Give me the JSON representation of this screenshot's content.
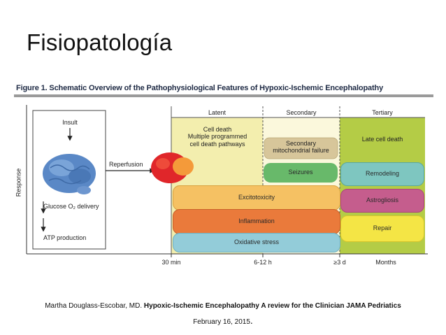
{
  "slide": {
    "title": "Fisiopatología"
  },
  "figure": {
    "title": "Figure 1. Schematic Overview of the Pathophysiological Features of Hypoxic-Ischemic Encephalopathy",
    "y_axis_label": "Response",
    "insult_panel": {
      "insult": "Insult",
      "glucose_o2_delivery": "Glucose O₂ delivery",
      "atp_production": "ATP production"
    },
    "reperfusion": "Reperfusion",
    "phases": {
      "latent": "Latent",
      "secondary": "Secondary",
      "tertiary": "Tertiary"
    },
    "labels": {
      "cell_death_line1": "Cell death",
      "cell_death_line2": "Multiple programmed",
      "cell_death_line3": "cell death pathways",
      "secondary_mito_line1": "Secondary",
      "secondary_mito_line2": "mitochondrial failure",
      "seizures": "Seizures",
      "late_cell_death": "Late cell death",
      "remodeling": "Remodeling",
      "astrogliosis": "Astrogliosis",
      "repair": "Repair",
      "excitotoxicity": "Excitotoxicity",
      "inflammation": "Inflammation",
      "oxidative_stress": "Oxidative stress"
    },
    "time_axis": {
      "t1": "30 min",
      "t2": "6-12 h",
      "t3": "≥3 d",
      "t4": "Months"
    },
    "colors": {
      "latent_bg": "#f3eeae",
      "tertiary_bg": "#b4cc46",
      "excitotoxicity": "#f5c163",
      "inflammation": "#ea7a3b",
      "oxidative_stress": "#93ccd9",
      "seizures": "#68b96a",
      "remodeling": "#7ec6c0",
      "astrogliosis": "#c55d8d",
      "repair": "#f4e545",
      "mito_failure": "#d7c69a",
      "brain_blue": "#5a88c6",
      "brain_red": "#e0262a"
    }
  },
  "credit": {
    "authors": "Martha Douglass-Escobar, MD.",
    "article": "Hypoxic-Ischemic Encephalopathy A review for the Clinician JAMA Pedriatics",
    "date": "February 16, 2015",
    "end_period": "."
  }
}
